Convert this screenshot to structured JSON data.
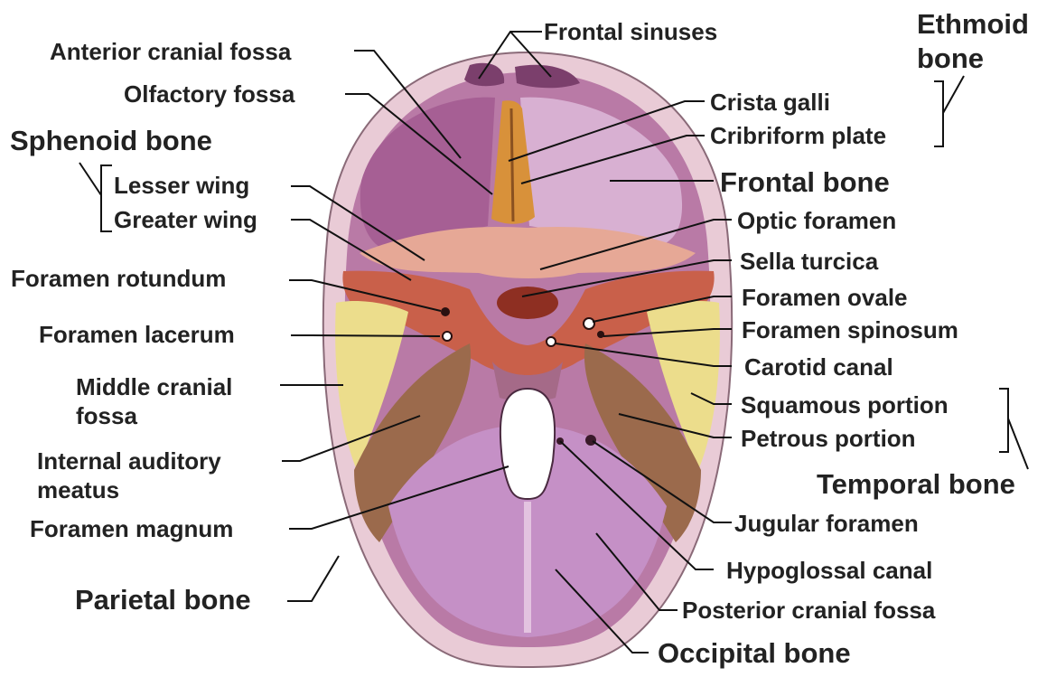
{
  "colors": {
    "ink": "#222222",
    "bone_rim": "#e9cbd6",
    "cranial_fossa": "#b97aa6",
    "frontal_bone": "#d8b0d2",
    "sphenoid": "#c9604a",
    "crista": "#d8913a",
    "squamous_temporal": "#ecdd8c",
    "petrous_temporal": "#9b6a4c",
    "occipital": "#c590c6",
    "foramen_magnum": "#ffffff"
  },
  "labels": {
    "frontal_sinuses": "Frontal sinuses",
    "ethmoid_bone": "Ethmoid bone",
    "anterior_cranial_fossa": "Anterior cranial fossa",
    "olfactory_fossa": "Olfactory fossa",
    "crista_galli": "Crista galli",
    "cribriform_plate": "Cribriform plate",
    "sphenoid_bone": "Sphenoid bone",
    "lesser_wing": "Lesser wing",
    "greater_wing": "Greater wing",
    "frontal_bone": "Frontal bone",
    "optic_foramen": "Optic foramen",
    "sella_turcica": "Sella turcica",
    "foramen_rotundum": "Foramen rotundum",
    "foramen_ovale": "Foramen ovale",
    "foramen_lacerum": "Foramen lacerum",
    "foramen_spinosum": "Foramen spinosum",
    "carotid_canal": "Carotid canal",
    "middle_cranial_fossa": "Middle cranial fossa",
    "squamous_portion": "Squamous portion",
    "petrous_portion": "Petrous portion",
    "internal_auditory_meatus": "Internal auditory meatus",
    "temporal_bone": "Temporal bone",
    "foramen_magnum": "Foramen magnum",
    "jugular_foramen": "Jugular foramen",
    "hypoglossal_canal": "Hypoglossal canal",
    "parietal_bone": "Parietal bone",
    "posterior_cranial_fossa": "Posterior cranial fossa",
    "occipital_bone": "Occipital bone"
  }
}
